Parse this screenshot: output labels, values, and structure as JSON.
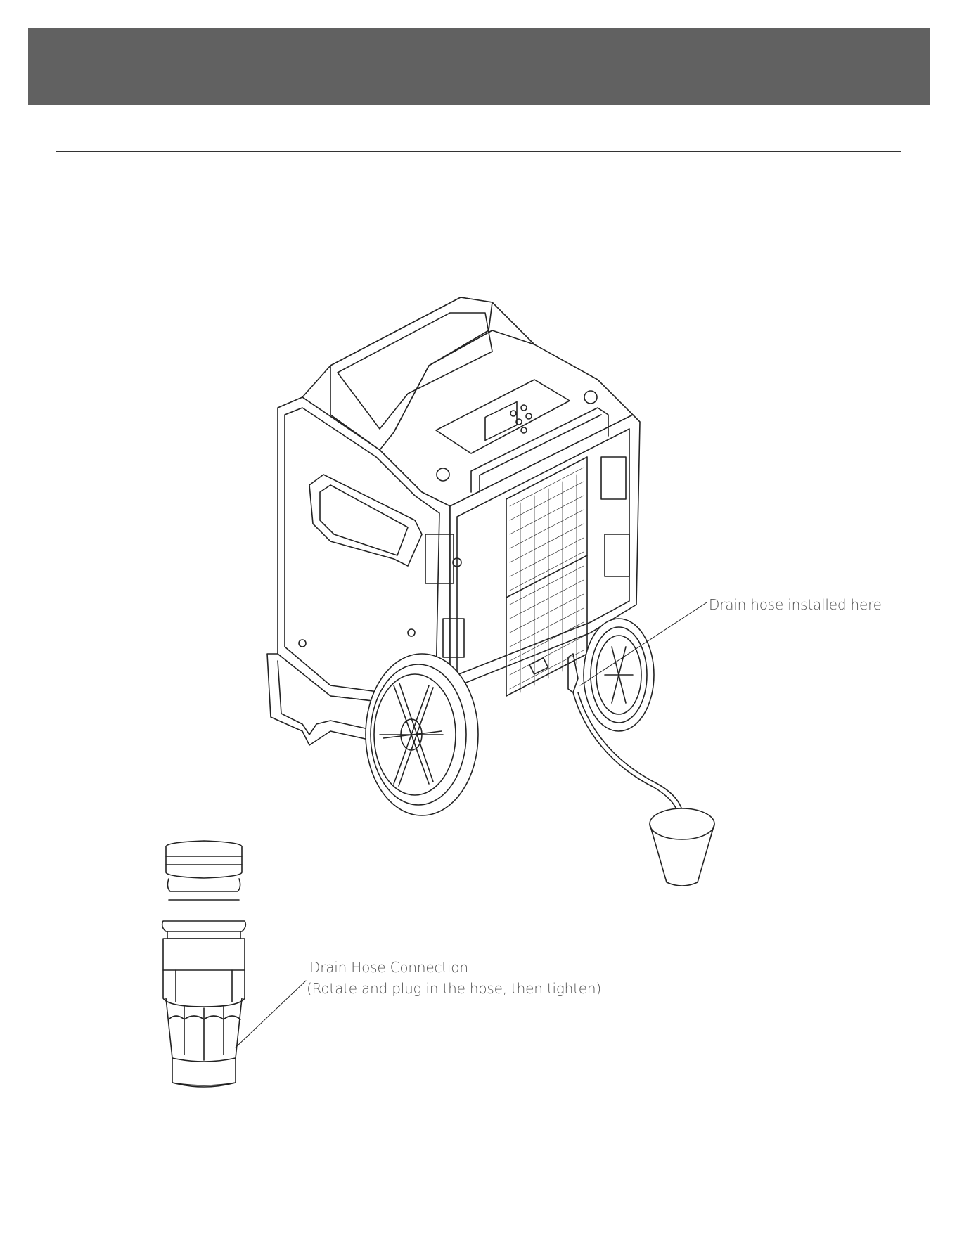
{
  "callouts": {
    "drain_hose_location": "Drain hose installed here",
    "connection_title": "Drain Hose Connection",
    "connection_instruction": "(Rotate and plug in the hose, then tighten)"
  },
  "colors": {
    "header_band": "#616161",
    "line_art": "#222222",
    "callout_text": "#555555"
  }
}
